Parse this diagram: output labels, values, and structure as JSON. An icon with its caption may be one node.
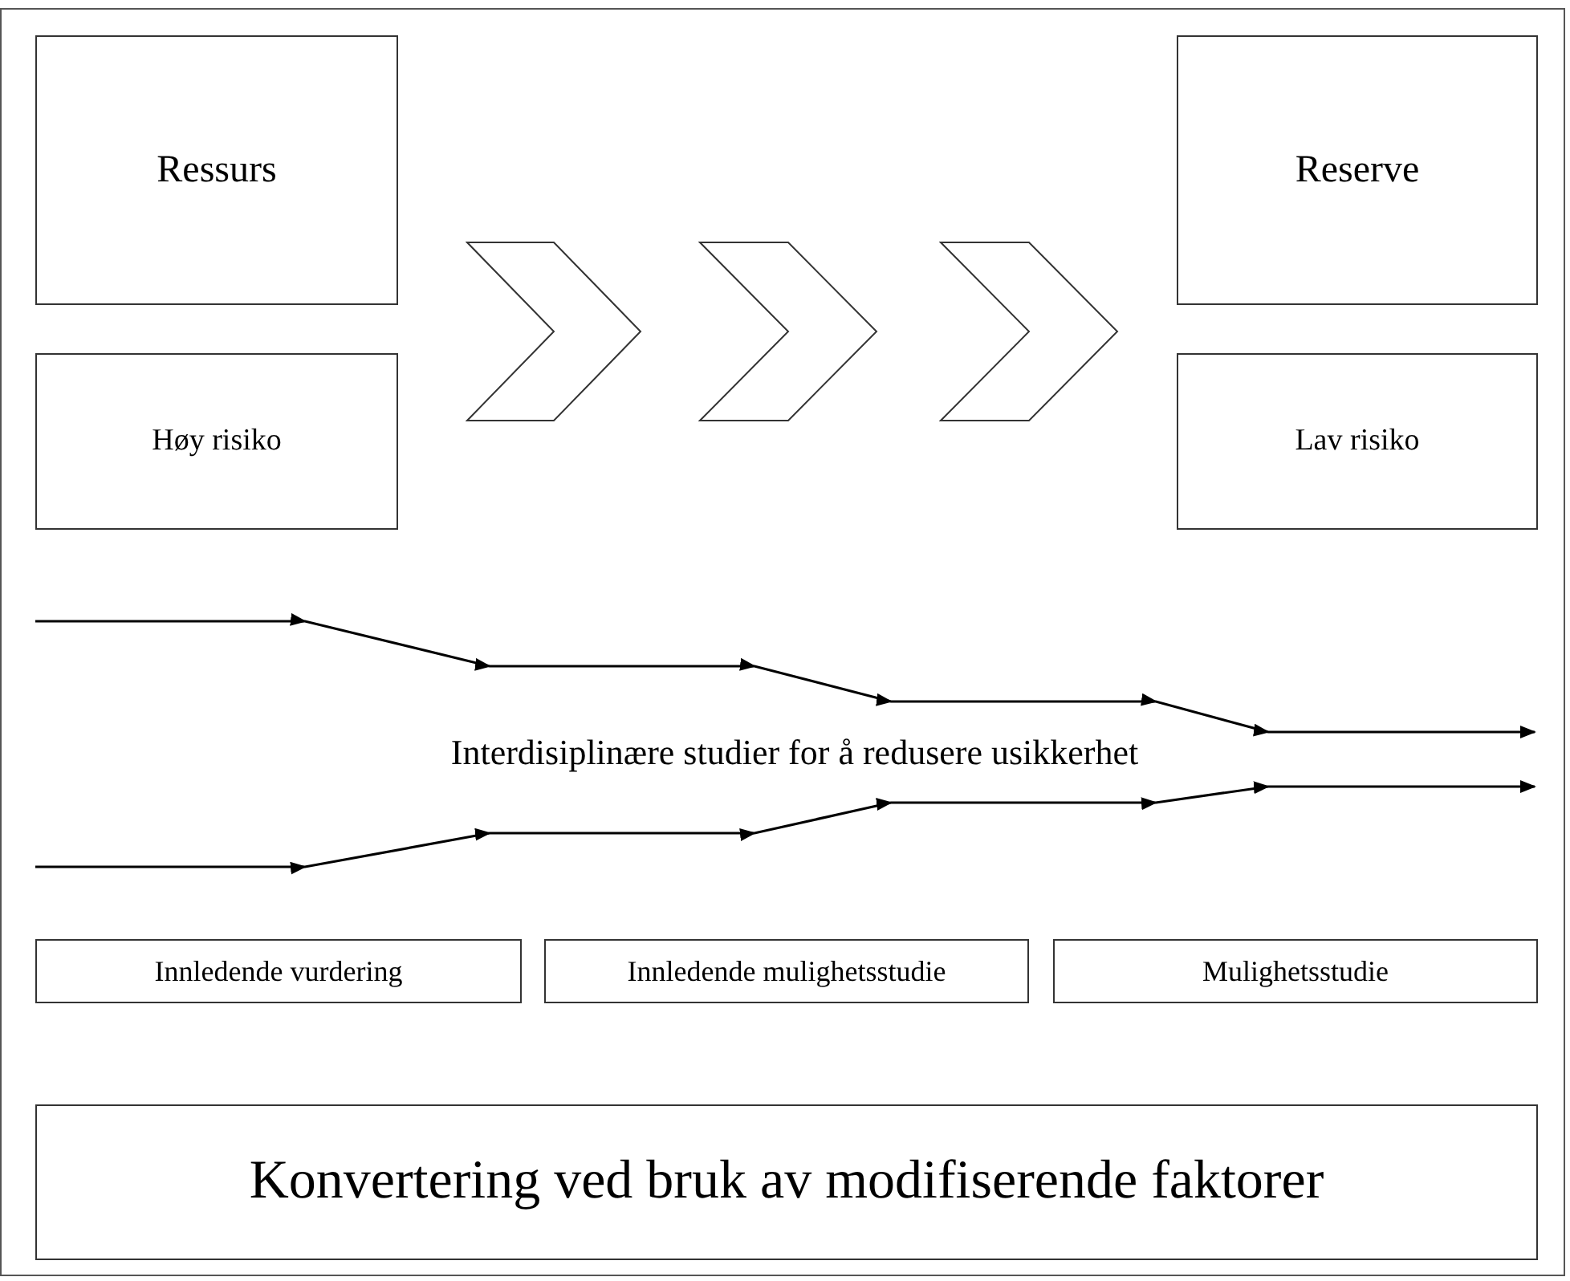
{
  "diagram": {
    "nodes": [
      {
        "text": [
          "Ressurs"
        ]
      },
      {
        "text": [
          "Høy risiko"
        ]
      },
      {
        "text": [],
        "shape": "chevron"
      },
      {
        "text": [],
        "shape": "chevron"
      },
      {
        "text": [],
        "shape": "chevron"
      },
      {
        "text": [
          "Reserve"
        ]
      },
      {
        "text": [
          "Lav risiko"
        ]
      },
      {
        "text": [
          "Innledende vurdering"
        ]
      },
      {
        "text": [
          "Innledende mulighetsstudie"
        ]
      },
      {
        "text": [
          "Mulighetsstudie"
        ]
      },
      {
        "text": [
          "Konvertering ved bruk av modifiserende faktorer"
        ]
      }
    ],
    "edges": [],
    "labels": [
      "Interdisiplinære studier for å redusere usikkerhet"
    ]
  }
}
